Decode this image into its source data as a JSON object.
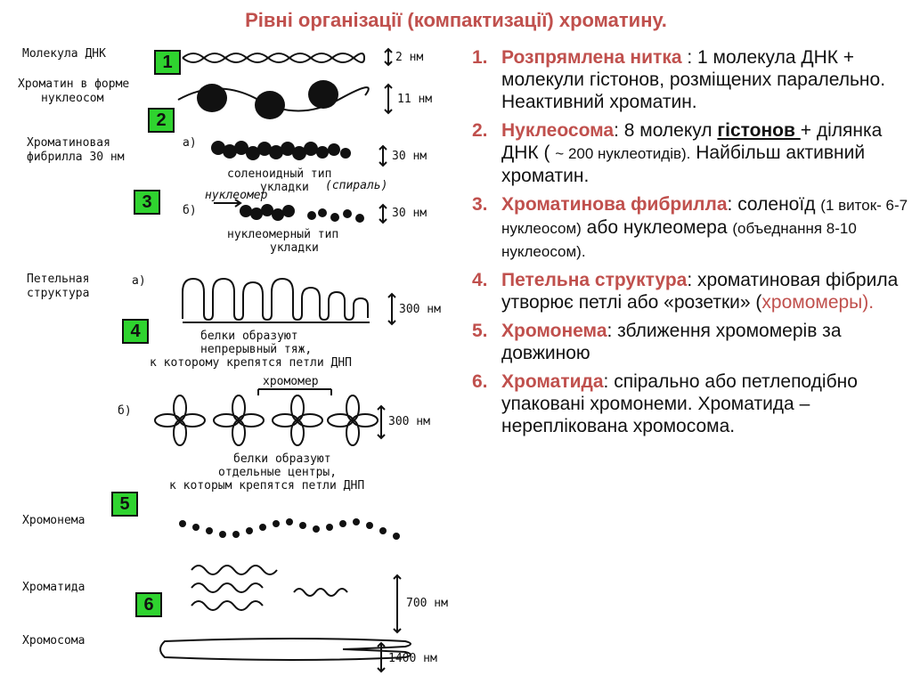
{
  "title": "Рівні організації (компактизації) хроматину.",
  "badges": [
    "1",
    "2",
    "3",
    "4",
    "5",
    "6"
  ],
  "diagram_labels": {
    "dna": "Молекула ДНК",
    "nucleosome_1": "Хроматин в форме",
    "nucleosome_2": "нуклеосом",
    "fibril_1": "Хроматиновая",
    "fibril_2": "фибрилла 30 нм",
    "a1": "а)",
    "solenoid_1": "соленоидный тип",
    "solenoid_2": "укладки",
    "spiral": "(спираль)",
    "nucleomer_hand": "нуклеомер",
    "b1": "б)",
    "nucleomer_1": "нуклеомерный тип",
    "nucleomer_2": "укладки",
    "loop_1": "Петельная",
    "loop_2": "структура",
    "a2": "а)",
    "proteins_1": "белки образуют",
    "proteins_2": "непрерывный тяж,",
    "proteins_3": "к которому крепятся петли ДНП",
    "chromomer": "хромомер",
    "b2": "б)",
    "centers_1": "белки образуют",
    "centers_2": "отдельные центры,",
    "centers_3": "к которым крепятся петли ДНП",
    "chromonema": "Хромонема",
    "chromatid": "Хроматида",
    "chromosome": "Хромосома"
  },
  "dimensions": {
    "d1": "2 нм",
    "d2": "11 нм",
    "d3": "30 нм",
    "d4": "30 нм",
    "d5": "300 нм",
    "d6": "300 нм",
    "d7": "700 нм",
    "d8": "1400 нм"
  },
  "items": [
    {
      "num": "1.",
      "head": "Розпрямлена нитка",
      "rest": " : 1 молекула ДНК + молекули гістонов, розміщених паралельно. Неактивний хроматин."
    },
    {
      "num": "2.",
      "head": "Нуклеосома",
      "p1": ": 8 молекул ",
      "ul": "гістонов ",
      "p2": "+ ділянка ДНК ( ",
      "small": "~ 200 нуклеотидів).",
      "p3": " Найбільш активний хроматин."
    },
    {
      "num": "3.",
      "head": "Хроматинова фибрилла",
      "p1": ": соленоїд ",
      "small": "(1 виток- 6-7 нуклеосом)",
      "p2": " або нуклеомера ",
      "small2": "(объеднання 8-10 нуклеосом)."
    },
    {
      "num": "4.",
      "head": "Петельна структура",
      "p1": ": хроматиновая фібрила утворює петлі або «розетки» (",
      "red": "хромомеры)."
    },
    {
      "num": "5.",
      "head": "Хромонема",
      "rest": ": зближення хромомерів за довжиною"
    },
    {
      "num": "6.",
      "head": "Хроматида",
      "rest": ": спірально або петлеподібно упаковані хромонеми. Хроматида – нереплікована хромосома."
    }
  ]
}
